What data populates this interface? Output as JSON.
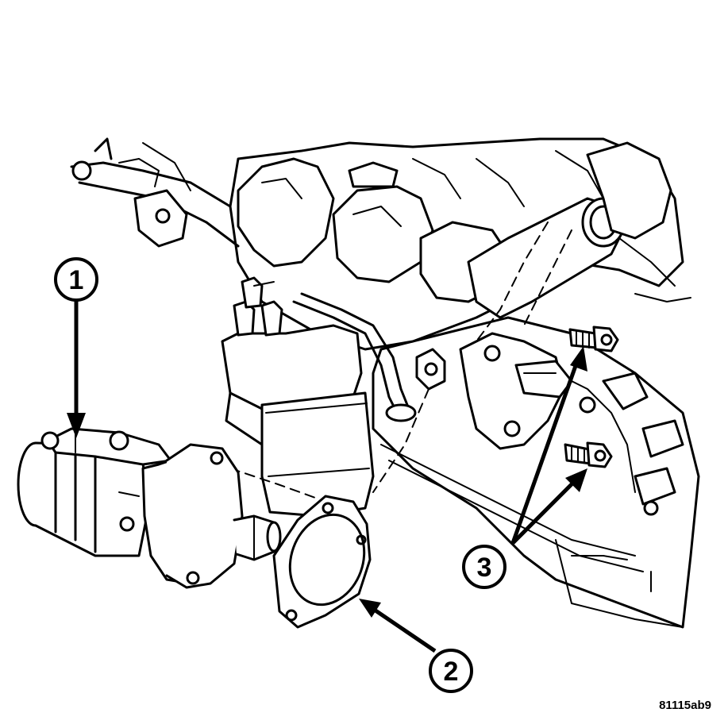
{
  "figure_id": "81115ab9",
  "callouts": [
    {
      "label": "1",
      "part": "starter-motor"
    },
    {
      "label": "2",
      "part": "gasket"
    },
    {
      "label": "3",
      "part": "mounting-bolts"
    }
  ],
  "colors": {
    "line": "#000000",
    "background": "#ffffff"
  }
}
